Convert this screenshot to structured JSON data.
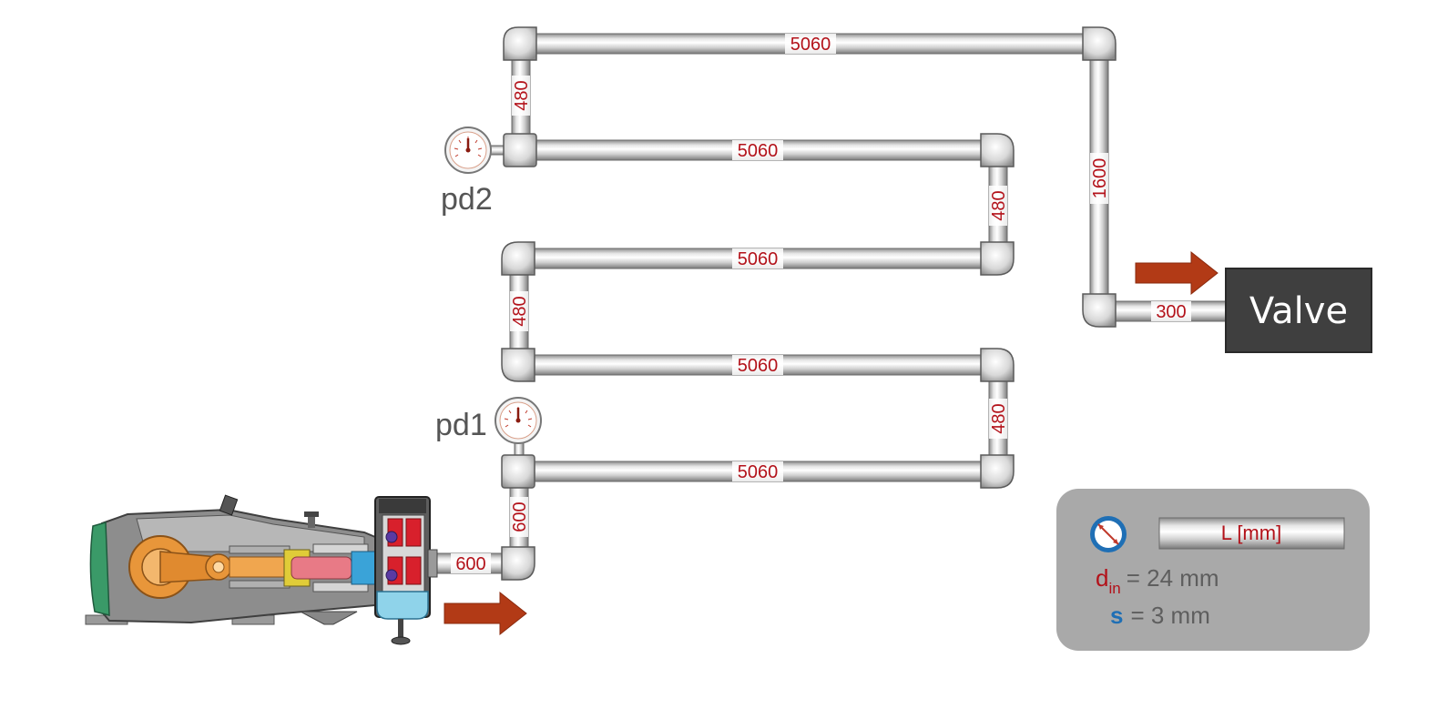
{
  "colors": {
    "label_red": "#b3121a",
    "flow_arrow": "#b23a16",
    "valve_fill": "#3f3f3f",
    "legend_bg": "#a9a9a9",
    "din_red": "#b3121a",
    "s_blue": "#1f6fb5"
  },
  "pipe_labels": {
    "top_horizontal": "5060",
    "top_left_riser": "480",
    "right_riser": "1600",
    "valve_stub": "300",
    "row2_horizontal": "5060",
    "row2_right_riser": "480",
    "row3_horizontal": "5060",
    "row3_left_riser": "480",
    "row4_horizontal": "5060",
    "row4_right_riser": "480",
    "row5_horizontal": "5060",
    "pump_riser": "600",
    "pump_outlet": "600"
  },
  "gauges": {
    "pd1": {
      "label": "pd1",
      "icon": "pressure-gauge-icon"
    },
    "pd2": {
      "label": "pd2",
      "icon": "pressure-gauge-icon"
    }
  },
  "valve": {
    "label": "Valve"
  },
  "legend": {
    "section_icon": "pipe-cross-section-icon",
    "pipe_label": "L [mm]",
    "din_symbol": "d",
    "din_subscript": "in",
    "din_value": "= 24 mm",
    "s_symbol": "s",
    "s_value": "= 3 mm"
  },
  "pump": {
    "icon": "piston-pump-icon"
  }
}
